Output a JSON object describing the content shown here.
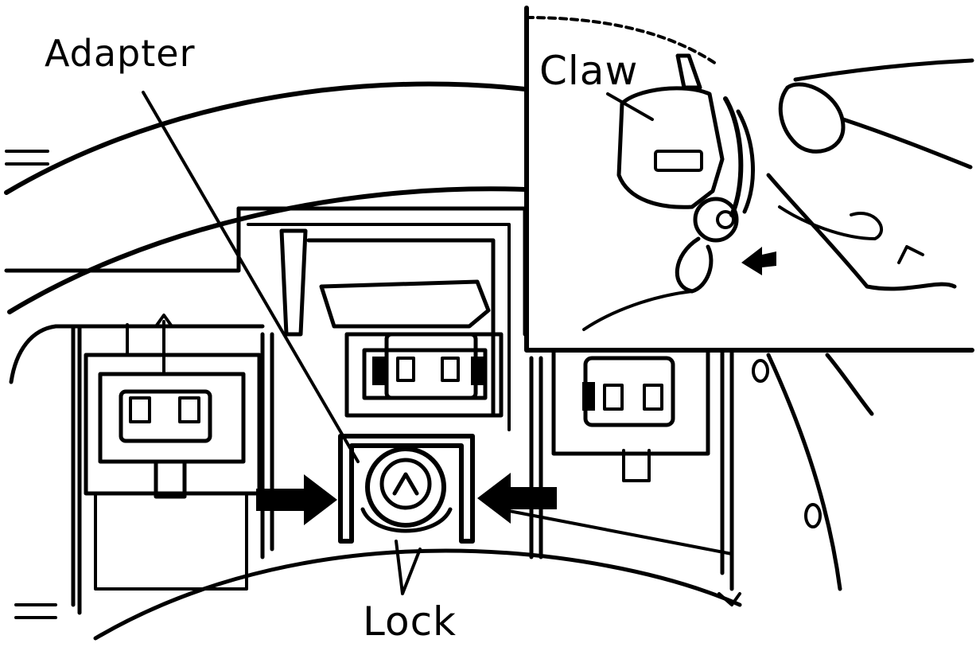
{
  "labels": {
    "adapter": "Adapter",
    "claw": "Claw",
    "lock": "Lock"
  },
  "colors": {
    "ink": "#000000",
    "paper": "#ffffff"
  }
}
